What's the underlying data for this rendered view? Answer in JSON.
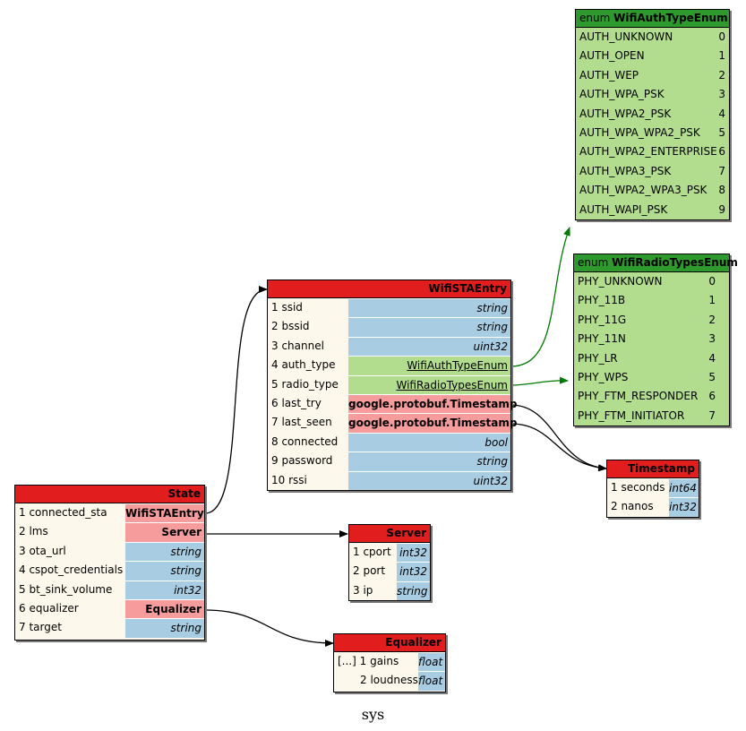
{
  "caption": "sys",
  "tables": {
    "state": {
      "title": "State",
      "fields": [
        {
          "label": "1 connected_sta",
          "type": "WifiSTAEntry"
        },
        {
          "label": "2 lms",
          "type": "Server"
        },
        {
          "label": "3 ota_url",
          "type": "string"
        },
        {
          "label": "4 cspot_credentials",
          "type": "string"
        },
        {
          "label": "5 bt_sink_volume",
          "type": "int32"
        },
        {
          "label": "6 equalizer",
          "type": "Equalizer"
        },
        {
          "label": "7 target",
          "type": "string"
        }
      ]
    },
    "wifi_sta_entry": {
      "title": "WifiSTAEntry",
      "fields": [
        {
          "label": "1 ssid",
          "type": "string"
        },
        {
          "label": "2 bssid",
          "type": "string"
        },
        {
          "label": "3 channel",
          "type": "uint32"
        },
        {
          "label": "4 auth_type",
          "type": "WifiAuthTypeEnum"
        },
        {
          "label": "5 radio_type",
          "type": "WifiRadioTypesEnum"
        },
        {
          "label": "6 last_try",
          "type": "google.protobuf.Timestamp"
        },
        {
          "label": "7 last_seen",
          "type": "google.protobuf.Timestamp"
        },
        {
          "label": "8 connected",
          "type": "bool"
        },
        {
          "label": "9 password",
          "type": "string"
        },
        {
          "label": "10 rssi",
          "type": "uint32"
        }
      ]
    },
    "server": {
      "title": "Server",
      "fields": [
        {
          "label": "1 cport",
          "type": "int32"
        },
        {
          "label": "2 port",
          "type": "int32"
        },
        {
          "label": "3 ip",
          "type": "string"
        }
      ]
    },
    "equalizer": {
      "title": "Equalizer",
      "fields": [
        {
          "label": "[...] 1 gains",
          "type": "float"
        },
        {
          "label": "2 loudness",
          "type": "float"
        }
      ]
    },
    "timestamp": {
      "title": "Timestamp",
      "fields": [
        {
          "label": "1 seconds",
          "type": "int64"
        },
        {
          "label": "2 nanos",
          "type": "int32"
        }
      ]
    },
    "wifi_auth_type_enum": {
      "prefix": "enum",
      "title": "WifiAuthTypeEnum",
      "values": [
        {
          "name": "AUTH_UNKNOWN",
          "value": "0"
        },
        {
          "name": "AUTH_OPEN",
          "value": "1"
        },
        {
          "name": "AUTH_WEP",
          "value": "2"
        },
        {
          "name": "AUTH_WPA_PSK",
          "value": "3"
        },
        {
          "name": "AUTH_WPA2_PSK",
          "value": "4"
        },
        {
          "name": "AUTH_WPA_WPA2_PSK",
          "value": "5"
        },
        {
          "name": "AUTH_WPA2_ENTERPRISE",
          "value": "6"
        },
        {
          "name": "AUTH_WPA3_PSK",
          "value": "7"
        },
        {
          "name": "AUTH_WPA2_WPA3_PSK",
          "value": "8"
        },
        {
          "name": "AUTH_WAPI_PSK",
          "value": "9"
        }
      ]
    },
    "wifi_radio_types_enum": {
      "prefix": "enum",
      "title": "WifiRadioTypesEnum",
      "values": [
        {
          "name": "PHY_UNKNOWN",
          "value": "0"
        },
        {
          "name": "PHY_11B",
          "value": "1"
        },
        {
          "name": "PHY_11G",
          "value": "2"
        },
        {
          "name": "PHY_11N",
          "value": "3"
        },
        {
          "name": "PHY_LR",
          "value": "4"
        },
        {
          "name": "PHY_WPS",
          "value": "5"
        },
        {
          "name": "PHY_FTM_RESPONDER",
          "value": "6"
        },
        {
          "name": "PHY_FTM_INITIATOR",
          "value": "7"
        }
      ]
    }
  },
  "colors": {
    "message_header": "#e11d1d",
    "enum_header": "#2e9a2e",
    "enum_body": "#b3dd8e",
    "message_ref": "#f79c9c",
    "scalar_type": "#a8cce2",
    "table_body": "#fdf8ec",
    "message_edge": "#000000",
    "enum_edge": "#007a00"
  }
}
